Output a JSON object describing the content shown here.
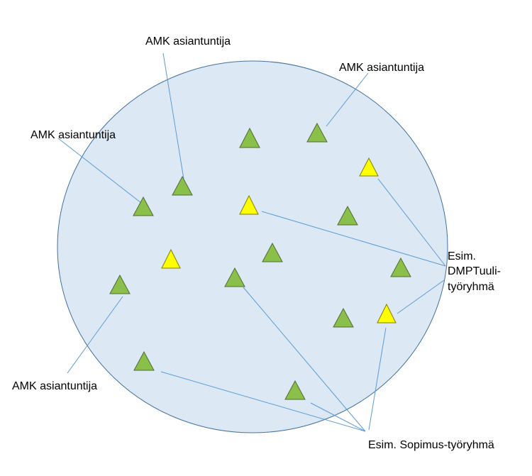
{
  "colors": {
    "background": "#ffffff",
    "circle_fill": "#dde8f5",
    "circle_stroke": "#41719c",
    "connector": "#5b9bd5",
    "triangle_green": "#8ac04a",
    "triangle_yellow": "#ffff00",
    "triangle_stroke": "#4e6b33",
    "triangle_yellow_stroke": "#7f7f00"
  },
  "labels": {
    "amk_top": "AMK asiantuntija",
    "amk_top_right": "AMK asiantuntija",
    "amk_left": "AMK asiantuntija",
    "amk_bottom_left": "AMK asiantuntija",
    "dmp_line1": "Esim.",
    "dmp_line2": "DMPTuuli-",
    "dmp_line3": "työryhmä",
    "sopimus": "Esim. Sopimus-työryhmä"
  },
  "members": [
    {
      "id": "m01",
      "color": "green"
    },
    {
      "id": "m02",
      "color": "green"
    },
    {
      "id": "m03",
      "color": "green"
    },
    {
      "id": "m04",
      "color": "yellow"
    },
    {
      "id": "m05",
      "color": "green"
    },
    {
      "id": "m06",
      "color": "yellow"
    },
    {
      "id": "m07",
      "color": "green"
    },
    {
      "id": "m08",
      "color": "yellow"
    },
    {
      "id": "m09",
      "color": "green"
    },
    {
      "id": "m10",
      "color": "green"
    },
    {
      "id": "m11",
      "color": "green"
    },
    {
      "id": "m12",
      "color": "green"
    },
    {
      "id": "m13",
      "color": "green"
    },
    {
      "id": "m14",
      "color": "yellow"
    },
    {
      "id": "m15",
      "color": "green"
    },
    {
      "id": "m16",
      "color": "green"
    }
  ]
}
